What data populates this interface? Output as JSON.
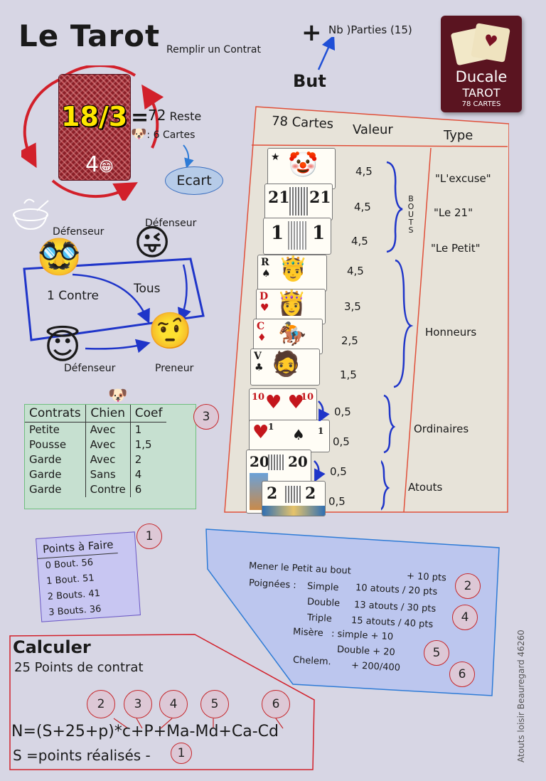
{
  "header": {
    "title": "Le Tarot",
    "subtitle": "Remplir un Contrat",
    "plus": "+",
    "parties": "Nb )Parties (15)",
    "but": "But"
  },
  "ducale": {
    "brand": "Ducale",
    "game": "TAROT",
    "count": "78 CARTES",
    "suit": "♥"
  },
  "deal": {
    "split": "18/3",
    "equals": "=",
    "reste_num": "72",
    "reste_label": "Reste",
    "dog_label": ": 6 Cartes",
    "four": "4",
    "ecart": "Ecart"
  },
  "players": {
    "defenseur_left": "Défenseur",
    "defenseur_right": "Défenseur",
    "defenseur_bottom": "Défenseur",
    "preneur": "Preneur",
    "contre": "1 Contre",
    "tous": "Tous"
  },
  "contrats": {
    "headers": [
      "Contrats",
      "Chien",
      "Coef"
    ],
    "rows": [
      [
        "Petite",
        "Avec",
        "1"
      ],
      [
        "Pousse",
        "Avec",
        "1,5"
      ],
      [
        "Garde",
        "Avec",
        "2"
      ],
      [
        "Garde",
        "Sans",
        "4"
      ],
      [
        "Garde",
        "Contre",
        "6"
      ]
    ],
    "badge": "3"
  },
  "points_a_faire": {
    "title": "Points à Faire",
    "badge": "1",
    "rows": [
      "0 Bout.  56",
      "1 Bout.  51",
      "2 Bouts. 41",
      "3 Bouts. 36"
    ]
  },
  "bonus": {
    "mener": "Mener le Petit au bout",
    "mener_pts": "+ 10 pts",
    "poignees": "Poignées :",
    "simple": "Simple",
    "simple_val": "10 atouts / 20 pts",
    "double": "Double",
    "double_val": "13 atouts / 30 pts",
    "triple": "Triple",
    "triple_val": "15 atouts / 40 pts",
    "misere": "Misère",
    "misere_simple": ": simple + 10",
    "misere_double": "Double  + 20",
    "chelem": "Chelem.",
    "chelem_val": "+ 200/400",
    "badges": [
      "2",
      "4",
      "5",
      "6"
    ]
  },
  "calcul": {
    "title": "Calculer",
    "subtitle": "25 Points de contrat",
    "badges": [
      "2",
      "3",
      "4",
      "5",
      "6"
    ],
    "formula": "N=(S+25+p)*c+P+Ma-Md+Ca-Cd",
    "s_line": "S =points réalisés -",
    "s_badge": "1"
  },
  "cartes": {
    "headers": [
      "78 Cartes",
      "Valeur",
      "Type"
    ],
    "values": [
      "4,5",
      "4,5",
      "4,5",
      "4,5",
      "3,5",
      "2,5",
      "1,5",
      "0,5",
      "0,5",
      "0,5",
      "0,5"
    ],
    "bouts_letters": [
      "B",
      "O",
      "U",
      "T",
      "S"
    ],
    "types": [
      "\"L'excuse\"",
      "\"Le 21\"",
      "\"Le Petit\"",
      "Honneurs",
      "Ordinaires",
      "Atouts"
    ],
    "card_faces": [
      "21",
      "21",
      "1",
      "1",
      "R",
      "D",
      "C",
      "V",
      "10",
      "10",
      "1",
      "1",
      "20",
      "20",
      "2",
      "2"
    ]
  },
  "credit": "Atouts loisir Beauregard 46260"
}
